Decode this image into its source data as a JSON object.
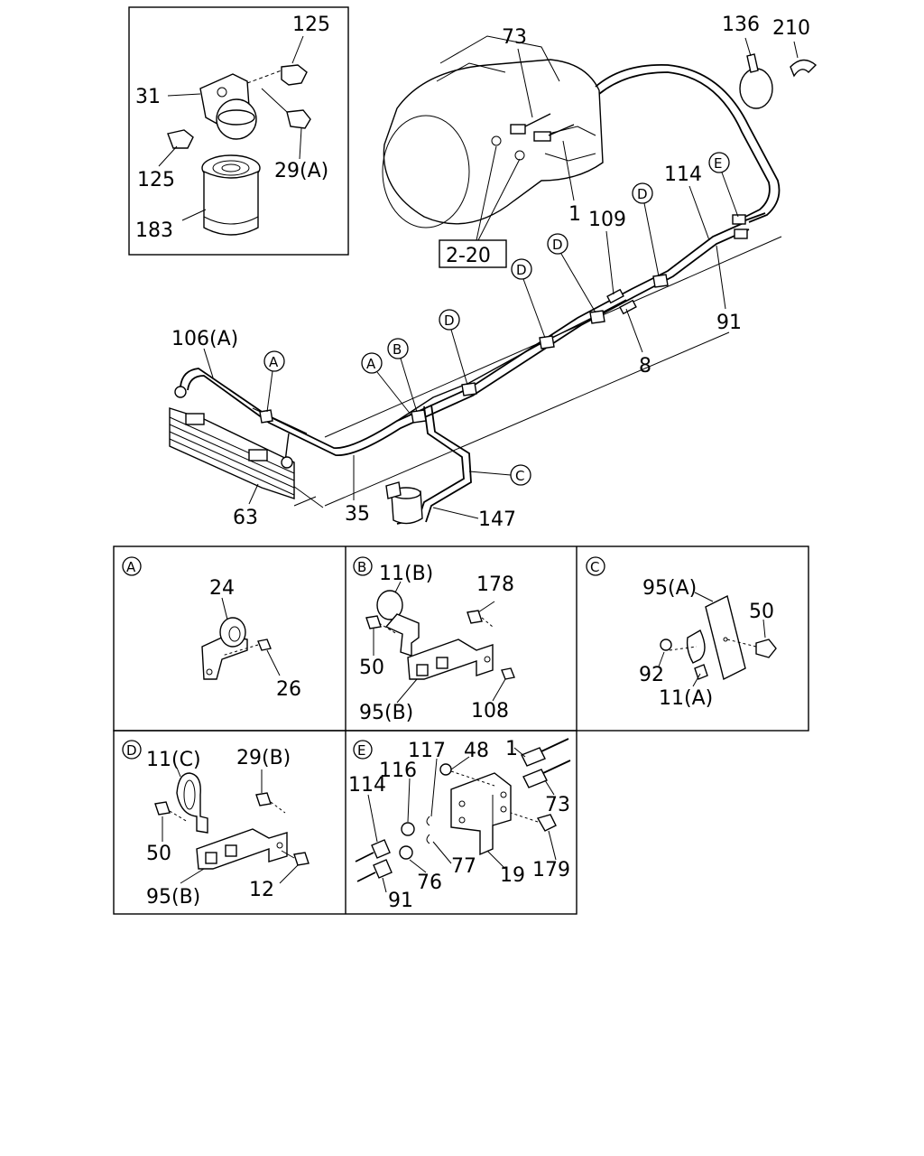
{
  "refs": {
    "r125a": "125",
    "r31": "31",
    "r125b": "125",
    "r29a": "29(A)",
    "r183": "183",
    "r73": "73",
    "r136": "136",
    "r210": "210",
    "r1": "1",
    "r109": "109",
    "r114": "114",
    "r91": "91",
    "r8": "8",
    "r106a": "106(A)",
    "r63": "63",
    "r35": "35",
    "r147": "147",
    "r2_20": "2-20"
  },
  "callouts": {
    "A": "A",
    "B": "B",
    "C": "C",
    "D": "D",
    "E": "E"
  },
  "detail_A": {
    "r24": "24",
    "r26": "26"
  },
  "detail_B": {
    "r11b": "11(B)",
    "r178": "178",
    "r50": "50",
    "r95b": "95(B)",
    "r108": "108"
  },
  "detail_C": {
    "r95a": "95(A)",
    "r50": "50",
    "r92": "92",
    "r11a": "11(A)"
  },
  "detail_D": {
    "r11c": "11(C)",
    "r29b": "29(B)",
    "r50": "50",
    "r95b": "95(B)",
    "r12": "12"
  },
  "detail_E": {
    "r117": "117",
    "r48": "48",
    "r1": "1",
    "r116": "116",
    "r114": "114",
    "r73": "73",
    "r77": "77",
    "r19": "19",
    "r179": "179",
    "r76": "76",
    "r91": "91"
  }
}
